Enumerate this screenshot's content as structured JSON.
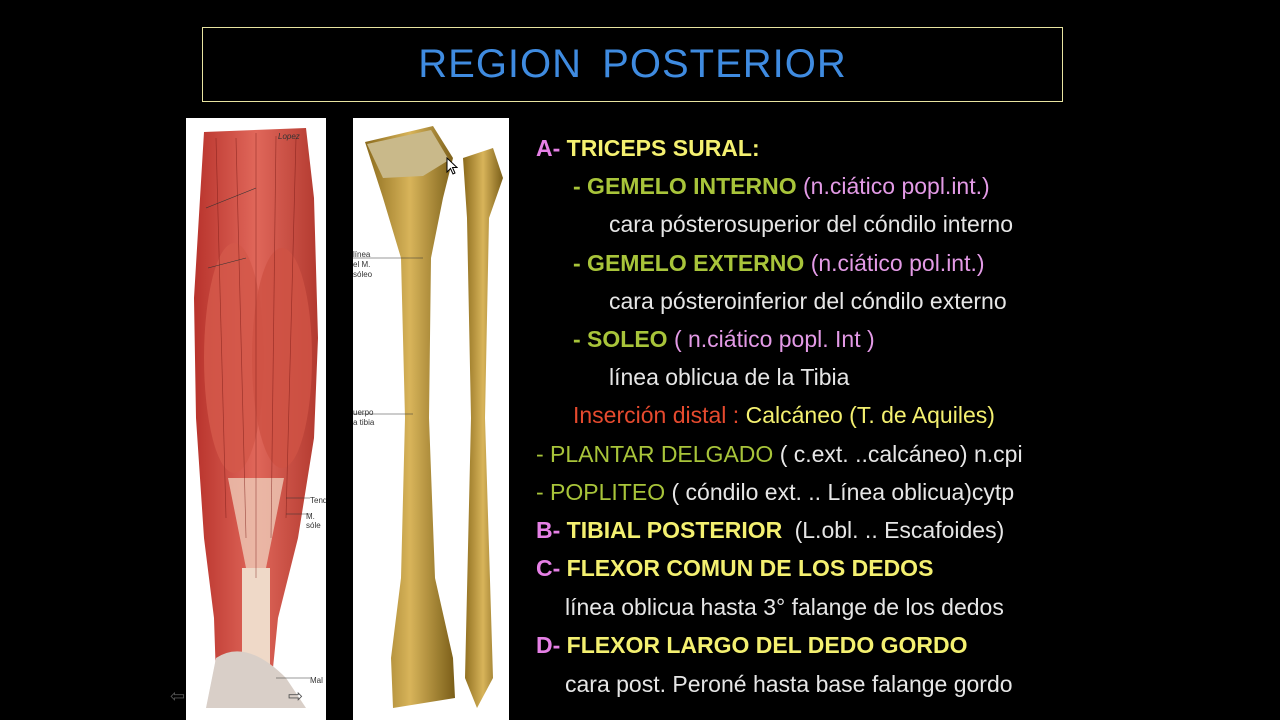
{
  "slide": {
    "title": "REGION  POSTERIOR",
    "figure_labels": {
      "muscle_signature": "Lopez",
      "bone_label_1": "línea",
      "bone_label_2": "el M.",
      "bone_label_3": "sóleo",
      "bone_label_4": "uerpo",
      "bone_label_5": "a tibia",
      "muscle_label_1": "Tend",
      "muscle_label_2": "M. sóle",
      "muscle_label_3": "Mal"
    },
    "content": {
      "a_letter": "A-",
      "a_title": "TRICEPS SURAL:",
      "gi_dash": "- GEMELO INTERNO",
      "gi_nerve": "(n.ciático popl.int.)",
      "gi_desc": "cara pósterosuperior del cóndilo interno",
      "ge_dash": "- GEMELO EXTERNO",
      "ge_nerve": "(n.ciático pol.int.)",
      "ge_desc": "cara pósteroinferior  del cóndilo externo",
      "so_dash": "- SOLEO",
      "so_nerve": "( n.ciático popl. Int )",
      "so_desc": "línea oblicua de la Tibia",
      "ins_label": "Inserción distal :",
      "ins_value": "Calcáneo (T. de Aquiles)",
      "pd_name": "- PLANTAR DELGADO",
      "pd_desc": "( c.ext. ..calcáneo) n.cpi",
      "po_name": "- POPLITEO",
      "po_desc": "( cóndilo ext. .. Línea oblicua)cytp",
      "b_letter": "B-",
      "b_title": "TIBIAL POSTERIOR",
      "b_desc": "(L.obl. .. Escafoides)",
      "c_letter": "C-",
      "c_title": "FLEXOR COMUN DE LOS DEDOS",
      "c_desc": "línea oblicua  hasta 3° falange de los dedos",
      "d_letter": "D-",
      "d_title": "FLEXOR LARGO DEL DEDO GORDO",
      "d_desc": "cara post. Peroné hasta base falange gordo"
    }
  },
  "colors": {
    "title": "#3f8be0",
    "letters": "#e680e6",
    "headings": "#f4f070",
    "subheadings": "#a8c43a",
    "nerves": "#e39ae6",
    "body_text": "#e6e6e6",
    "insertion_label": "#e64a2e"
  },
  "icons": [
    "cursor-arrow-icon",
    "prev-slide-icon",
    "next-slide-icon"
  ]
}
